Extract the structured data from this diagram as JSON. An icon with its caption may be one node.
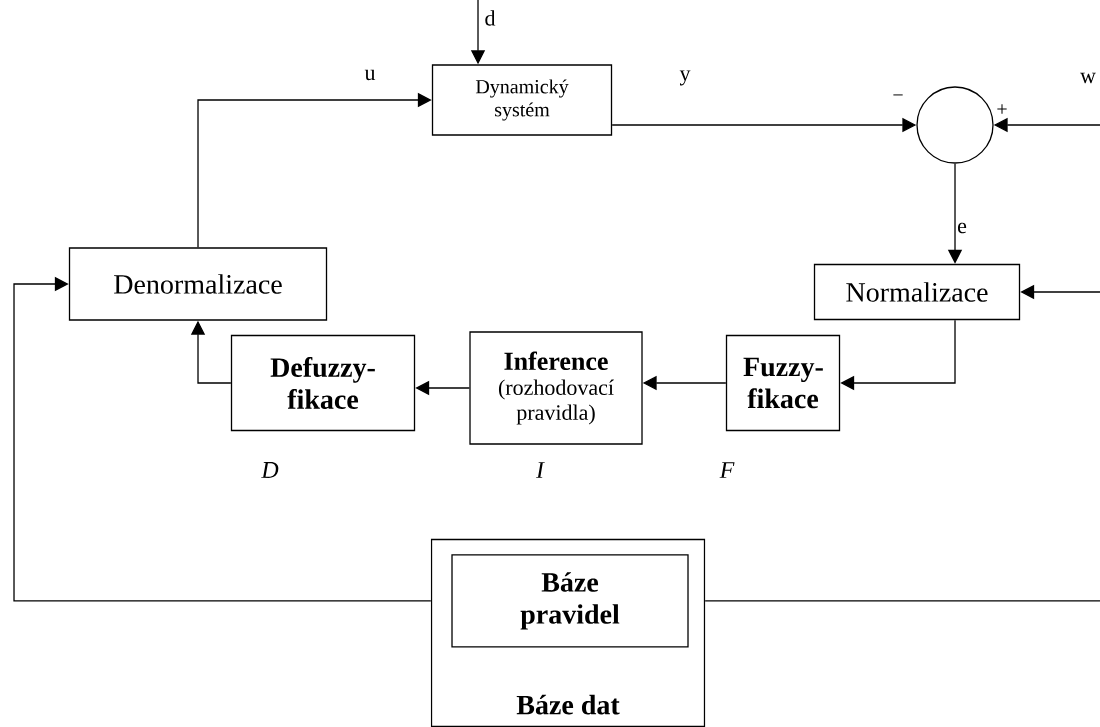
{
  "diagram": {
    "nodes": [
      {
        "text": [
          "Dynamický systém"
        ]
      },
      {
        "text": [],
        "shape": "circle",
        "beside": [
          "−",
          "+"
        ]
      },
      {
        "text": [
          "Normalizace"
        ]
      },
      {
        "text": [
          "Denormalizace"
        ]
      },
      {
        "text": [
          "Defuzzy- fikace"
        ],
        "beside": [
          "D"
        ]
      },
      {
        "text": [
          "Inference",
          "(rozhodovací pravidla)"
        ],
        "beside": [
          "I"
        ]
      },
      {
        "text": [
          "Fuzzy- fikace"
        ],
        "beside": [
          "F"
        ]
      },
      {
        "text": [
          "Báze dat"
        ]
      },
      {
        "text": [
          "Báze pravidel"
        ],
        "in": 7
      }
    ],
    "edges": [
      {
        "from": null,
        "to": 0,
        "arrow": "to",
        "label": "d"
      },
      {
        "from": 3,
        "to": 0,
        "arrow": "to",
        "label": "u"
      },
      {
        "from": 0,
        "to": 1,
        "arrow": "to",
        "label": "y"
      },
      {
        "from": null,
        "to": 1,
        "arrow": "to",
        "label": "w"
      },
      {
        "from": 1,
        "to": 2,
        "arrow": "to",
        "label": "e"
      },
      {
        "from": null,
        "to": 2,
        "arrow": "to"
      },
      {
        "from": 2,
        "to": 6,
        "arrow": "to"
      },
      {
        "from": 6,
        "to": 5,
        "arrow": "to"
      },
      {
        "from": 5,
        "to": 4,
        "arrow": "to"
      },
      {
        "from": 4,
        "to": 3,
        "arrow": "to"
      },
      {
        "from": 7,
        "to": 3,
        "arrow": "to"
      },
      {
        "from": 7,
        "to": null,
        "arrow": "none"
      }
    ]
  }
}
